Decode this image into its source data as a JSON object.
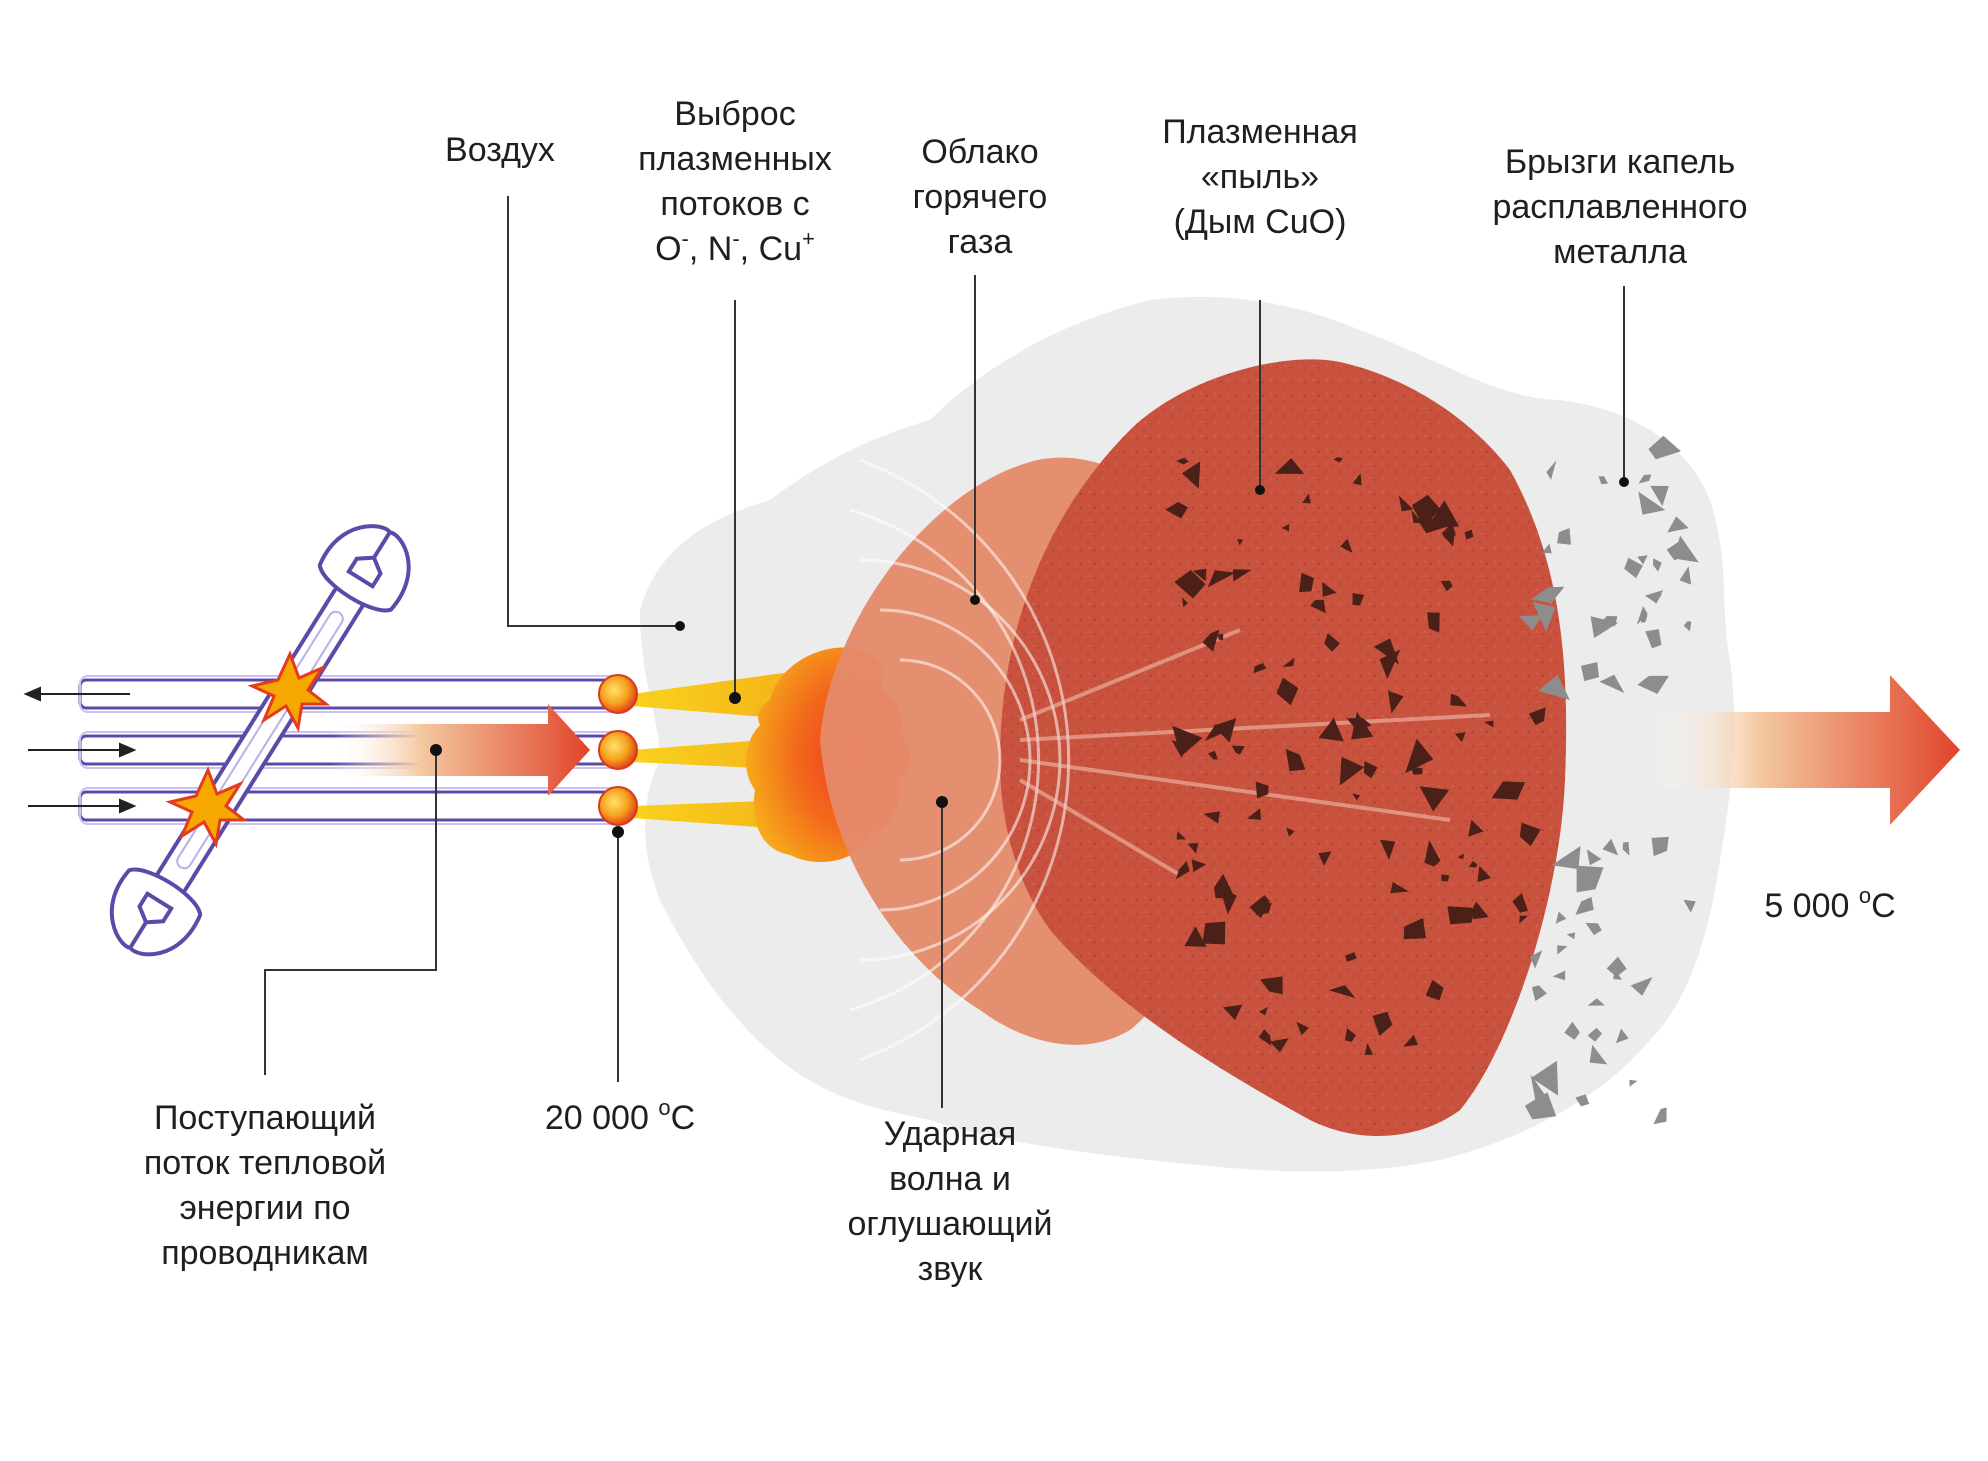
{
  "labels": {
    "air": "Воздух",
    "plasma_jets": {
      "line1": "Выброс",
      "line2": "плазменных",
      "line3": "потоков с",
      "ion1": "O",
      "ion2": "N",
      "ion3": "Cu",
      "charge_neg": "-",
      "charge_pos": "+",
      "sep": ", "
    },
    "hot_gas": {
      "line1": "Облако",
      "line2": "горячего",
      "line3": "газа"
    },
    "plasma_dust": {
      "line1": "Плазменная",
      "line2": "«пыль»",
      "line3": "(Дым CuO)"
    },
    "spatter": {
      "line1": "Брызги капель",
      "line2": "расплавленного",
      "line3": "металла"
    },
    "heat_flow": {
      "line1": "Поступающий",
      "line2": "поток тепловой",
      "line3": "энергии по",
      "line4": "проводникам"
    },
    "temp_hot": {
      "value": "20 000",
      "unit_o": "o",
      "unit_c": "C"
    },
    "shock_wave": {
      "line1": "Ударная",
      "line2": "волна и",
      "line3": "оглушающий",
      "line4": "звук"
    },
    "temp_out": {
      "value": "5 000",
      "unit_o": "o",
      "unit_c": "C"
    }
  },
  "colors": {
    "cloud": "#ececec",
    "plasma_dust": "#c8523e",
    "hot_gas": "#e58a6a",
    "fireball": "#f26a1b",
    "jet": "#f7c418",
    "arrow_end": "#e0442b",
    "wire": "#5b4aa8",
    "spark": "#f6a800"
  }
}
